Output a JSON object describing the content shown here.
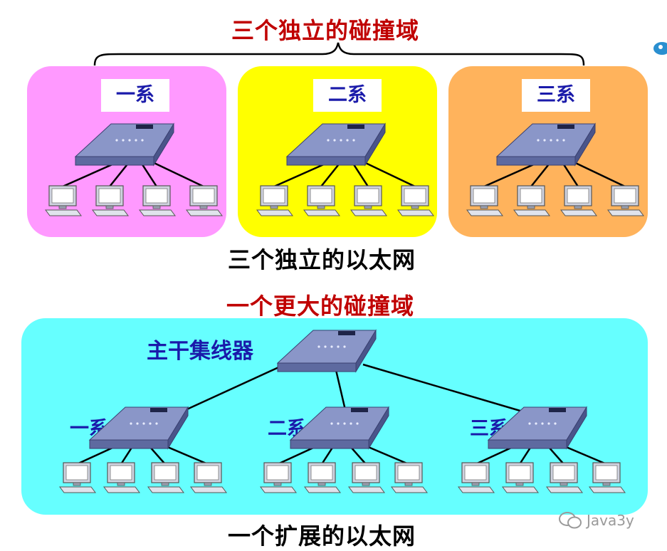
{
  "top": {
    "title": "三个独立的碰撞域",
    "caption": "三个独立的以太网",
    "panels": [
      {
        "label": "一系",
        "color": "#ff99ff"
      },
      {
        "label": "二系",
        "color": "#ffff00"
      },
      {
        "label": "三系",
        "color": "#ffb35c"
      }
    ]
  },
  "bottom": {
    "title": "一个更大的碰撞域",
    "caption": "一个扩展的以太网",
    "color": "#66ffff",
    "backbone_label": "主干集线器",
    "dept_labels": [
      "一系",
      "二系",
      "三系"
    ]
  },
  "watermark": {
    "text": "Java3y",
    "icon": "wechat-icon"
  },
  "icons": {
    "hub": "hub-icon",
    "computer": "computer-icon",
    "corner": "bird-logo-icon"
  }
}
